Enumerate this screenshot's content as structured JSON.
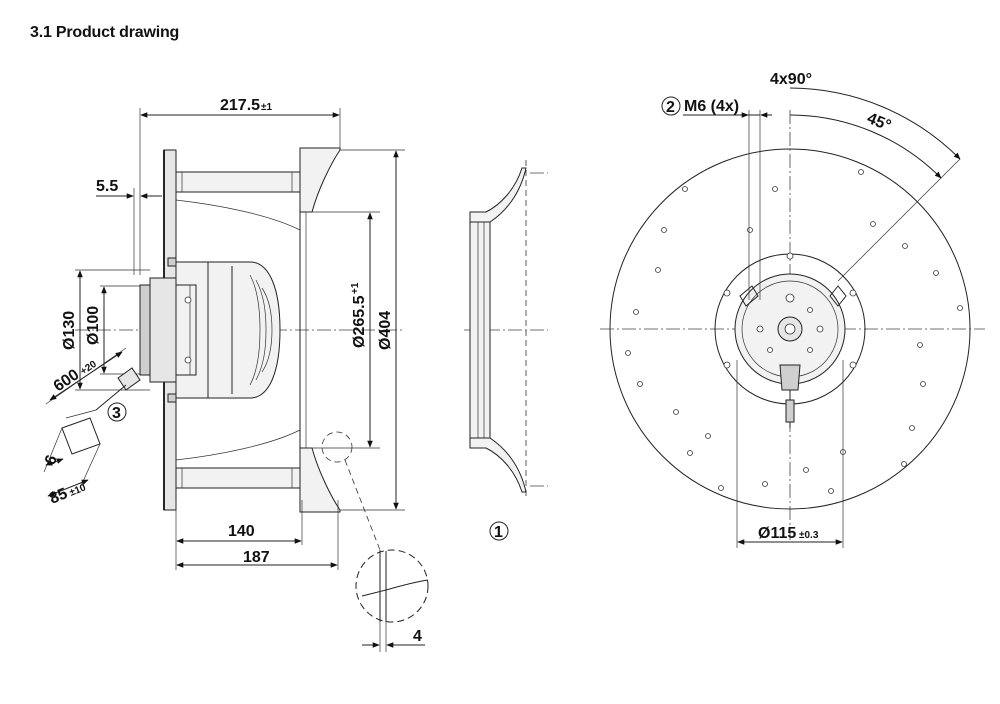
{
  "heading": "3.1 Product drawing",
  "side_view": {
    "overall_length": "217.5",
    "overall_length_tol": "±1",
    "flange_thickness": "5.5",
    "diameter_130": "Ø130",
    "diameter_100": "Ø100",
    "cable_length": "600",
    "cable_length_tol": "+20",
    "cable_dim_6": "6",
    "cable_dim_85": "85",
    "cable_dim_85_tol": "±10",
    "callout_3": "3",
    "inlet_diameter": "Ø265.5",
    "inlet_diameter_tol": "+1",
    "impeller_diameter": "Ø404",
    "dim_140": "140",
    "dim_187": "187",
    "detail_dim_4": "4"
  },
  "inlet_nozzle": {
    "callout_1": "1"
  },
  "front_view": {
    "bolt_pattern": "4x90°",
    "bolt_angle": "45°",
    "callout_2": "2",
    "thread_spec": "M6 (4x)",
    "hub_diameter": "Ø115",
    "hub_diameter_tol": "±0.3"
  }
}
